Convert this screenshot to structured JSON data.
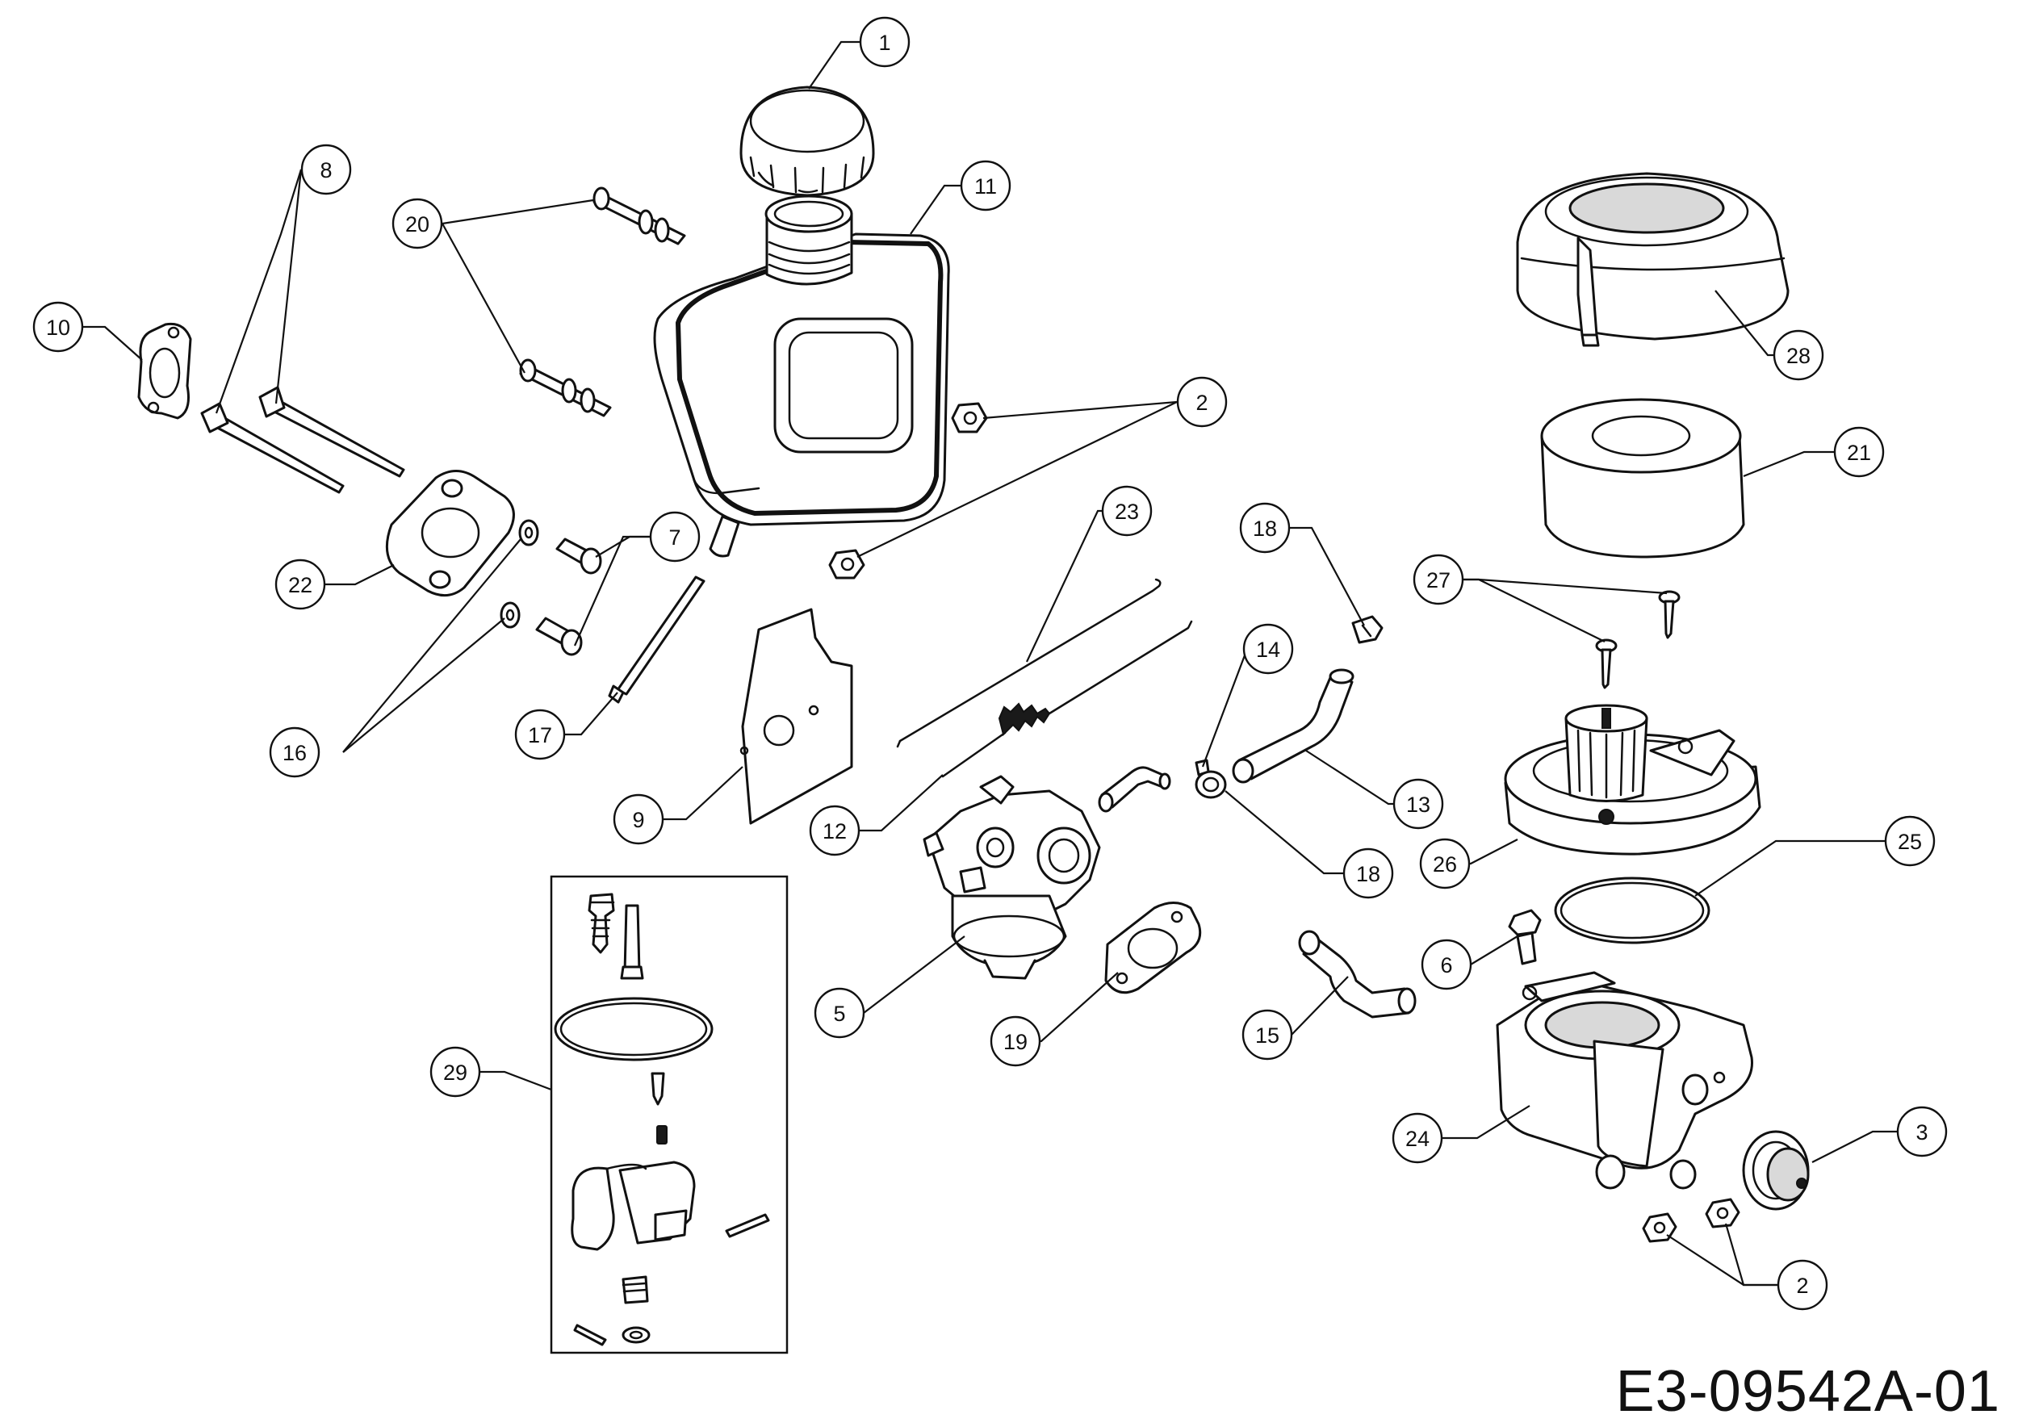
{
  "diagram_code": "E3-09542A-01",
  "callouts": [
    {
      "id": "c1",
      "label": "1"
    },
    {
      "id": "c2a",
      "label": "2"
    },
    {
      "id": "c2b",
      "label": "2"
    },
    {
      "id": "c3",
      "label": "3"
    },
    {
      "id": "c5",
      "label": "5"
    },
    {
      "id": "c6",
      "label": "6"
    },
    {
      "id": "c7",
      "label": "7"
    },
    {
      "id": "c8",
      "label": "8"
    },
    {
      "id": "c9",
      "label": "9"
    },
    {
      "id": "c10",
      "label": "10"
    },
    {
      "id": "c11",
      "label": "11"
    },
    {
      "id": "c12",
      "label": "12"
    },
    {
      "id": "c13",
      "label": "13"
    },
    {
      "id": "c14",
      "label": "14"
    },
    {
      "id": "c15",
      "label": "15"
    },
    {
      "id": "c16",
      "label": "16"
    },
    {
      "id": "c17",
      "label": "17"
    },
    {
      "id": "c18a",
      "label": "18"
    },
    {
      "id": "c18b",
      "label": "18"
    },
    {
      "id": "c19",
      "label": "19"
    },
    {
      "id": "c20",
      "label": "20"
    },
    {
      "id": "c21",
      "label": "21"
    },
    {
      "id": "c22",
      "label": "22"
    },
    {
      "id": "c23",
      "label": "23"
    },
    {
      "id": "c24",
      "label": "24"
    },
    {
      "id": "c25",
      "label": "25"
    },
    {
      "id": "c26",
      "label": "26"
    },
    {
      "id": "c27",
      "label": "27"
    },
    {
      "id": "c28",
      "label": "28"
    },
    {
      "id": "c29",
      "label": "29"
    }
  ]
}
